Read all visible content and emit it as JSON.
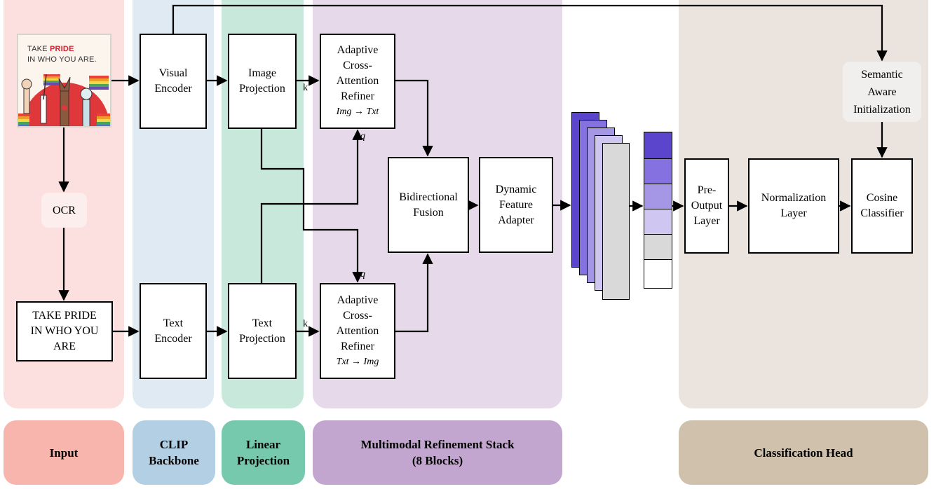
{
  "legend": {
    "input": "Input",
    "clip_line1": "CLIP",
    "clip_line2": "Backbone",
    "linear_line1": "Linear",
    "linear_line2": "Projection",
    "stack_line1": "Multimodal Refinement Stack",
    "stack_line2": "(8 Blocks)",
    "head": "Classification Head"
  },
  "meme": {
    "line1_prefix": "TAKE ",
    "line1_highlight": "PRIDE",
    "line2": "IN WHO YOU ARE."
  },
  "nodes": {
    "ocr": "OCR",
    "ocr_text": [
      "TAKE PRIDE",
      "IN WHO YOU",
      "ARE"
    ],
    "visual_encoder": [
      "Visual",
      "Encoder"
    ],
    "text_encoder": [
      "Text",
      "Encoder"
    ],
    "image_projection": [
      "Image",
      "Projection"
    ],
    "text_projection": [
      "Text",
      "Projection"
    ],
    "refiner_top": [
      "Adaptive",
      "Cross-",
      "Attention",
      "Refiner"
    ],
    "refiner_top_sub": "Img → Txt",
    "refiner_bottom": [
      "Adaptive",
      "Cross-",
      "Attention",
      "Refiner"
    ],
    "refiner_bottom_sub": "Txt → Img",
    "bidirectional_fusion": [
      "Bidirectional",
      "Fusion"
    ],
    "dynamic_adapter": [
      "Dynamic",
      "Feature",
      "Adapter"
    ],
    "pre_output": [
      "Pre-",
      "Output",
      "Layer"
    ],
    "normalization": [
      "Normalization",
      "Layer"
    ],
    "cosine": [
      "Cosine",
      "Classifier"
    ],
    "semantic_init": [
      "Semantic",
      "Aware",
      "Initialization"
    ]
  },
  "edge_labels": {
    "k_top": "k",
    "q_top": "q",
    "k_bottom": "k",
    "q_bottom": "q"
  },
  "colors": {
    "input_panel": "#fbe0df",
    "clip_panel": "#e0eaf3",
    "linear_panel": "#c9e8dc",
    "stack_panel": "#e6d9ea",
    "head_panel": "#ebe4de",
    "input_legend": "#f7b5ae",
    "clip_legend": "#b3cfe3",
    "linear_legend": "#76c9ad",
    "stack_legend": "#c2a6cf",
    "head_legend": "#cfc1ab",
    "feature_shades": [
      "#5b45cc",
      "#8572e0",
      "#a597e6",
      "#cfc7f2",
      "#d9d9d9",
      "#ffffff"
    ]
  }
}
